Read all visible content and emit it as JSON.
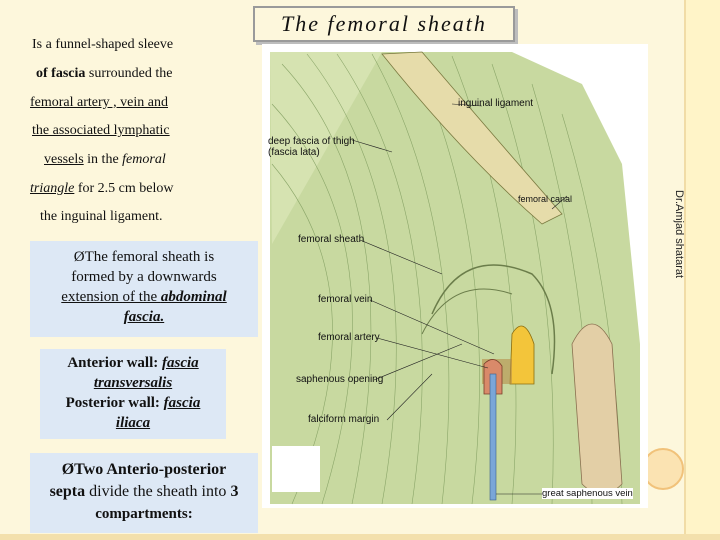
{
  "title": "The femoral sheath",
  "intro": {
    "line1": "Is a funnel-shaped sleeve",
    "line2_a": "of fascia",
    "line2_b": " surrounded the",
    "line3": "femoral artery , vein and",
    "line4": "the associated lymphatic",
    "line5_a": "vessels",
    "line5_b": " in the ",
    "line5_c": "femoral",
    "line6_a": "triangle",
    "line6_b": "  for 2.5 cm below",
    "line7": "the inguinal ligament."
  },
  "box1": {
    "bullet": "Ø",
    "line1": "The femoral sheath is",
    "line2": "formed by a downwards",
    "line3_a": " extension ",
    "line3_b": "of the ",
    "line3_c": "abdominal",
    "line4": "fascia."
  },
  "box2": {
    "line1_a": "Anterior wall: ",
    "line1_b": "fascia",
    "line2": "transversalis",
    "line3_a": "Posterior wall: ",
    "line3_b": "fascia",
    "line4": "iliaca"
  },
  "box3": {
    "bullet": "Ø",
    "line1": "Two Anterio-posterior",
    "line2_a": "septa",
    "line2_b": " divide the sheath into ",
    "line2_c": "3",
    "line3": "compartments:"
  },
  "credit": "Dr.Amjad shatarat",
  "diagram_labels": {
    "inguinal_ligament": "inguinal ligament",
    "deep_fascia_1": "deep fascia of thigh",
    "deep_fascia_2": "(fascia lata)",
    "femoral_canal": "femoral canal",
    "femoral_sheath": "femoral sheath",
    "femoral_vein": "femoral vein",
    "femoral_artery": "femoral artery",
    "saphenous_opening": "saphenous opening",
    "falciform_margin": "falciform margin",
    "great_saphenous_vein": "great saphenous vein"
  }
}
